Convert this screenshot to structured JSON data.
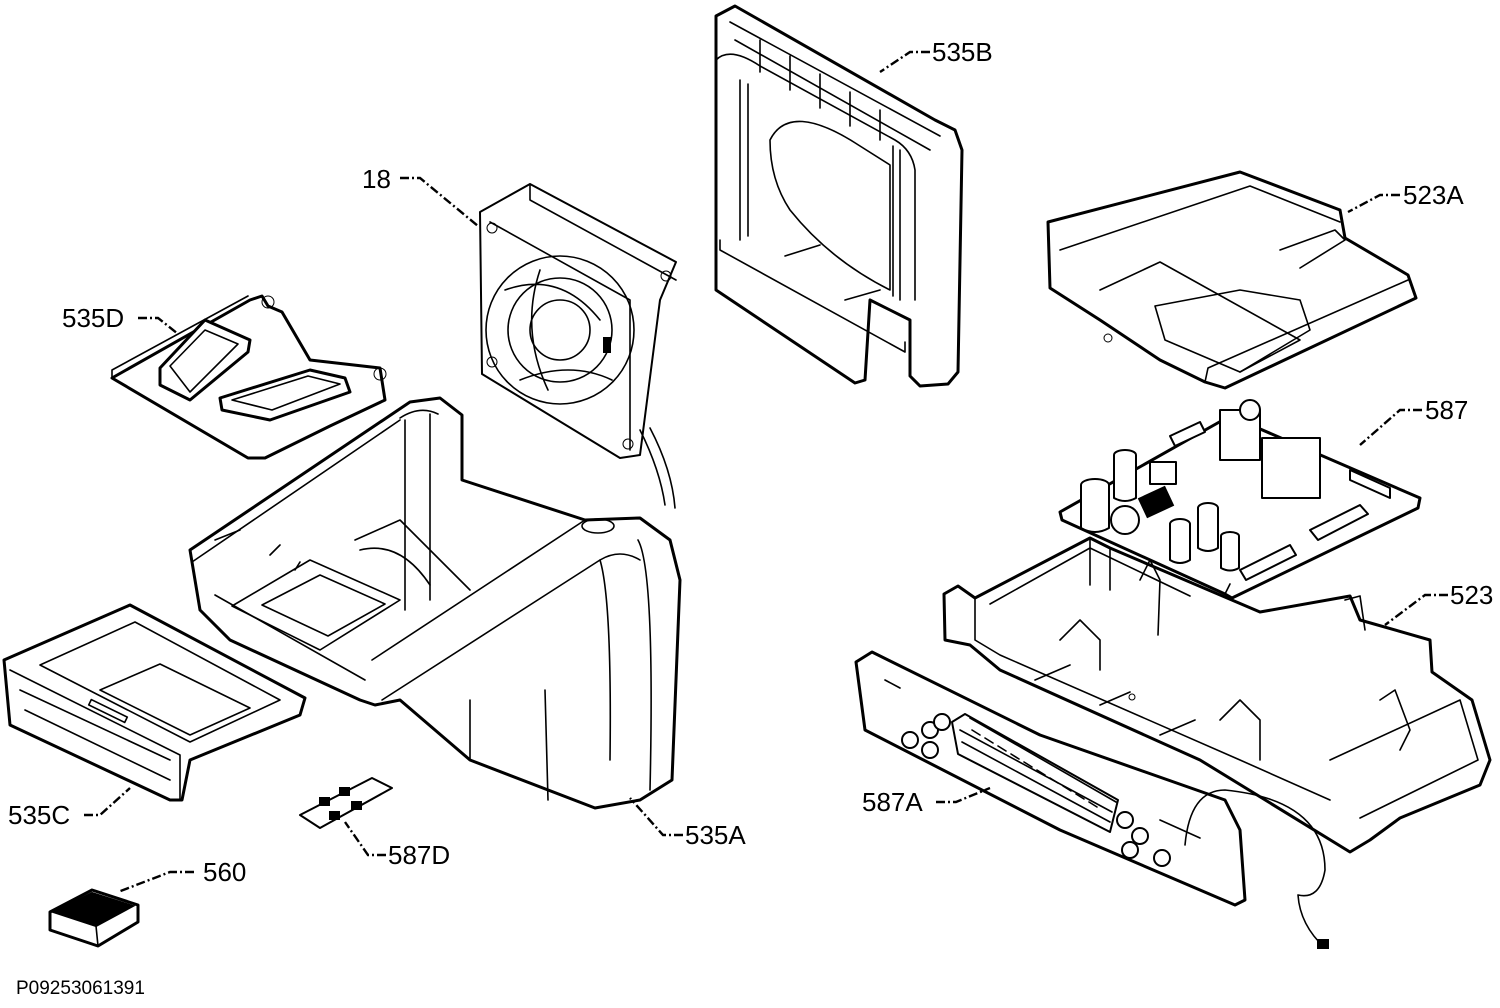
{
  "callouts": {
    "c535B": "535B",
    "c18": "18",
    "c523A": "523A",
    "c535D": "535D",
    "c587": "587",
    "c523": "523",
    "c535C": "535C",
    "c535A": "535A",
    "c587A": "587A",
    "c587D": "587D",
    "c560": "560"
  },
  "drawing_reference": "P09253061391"
}
